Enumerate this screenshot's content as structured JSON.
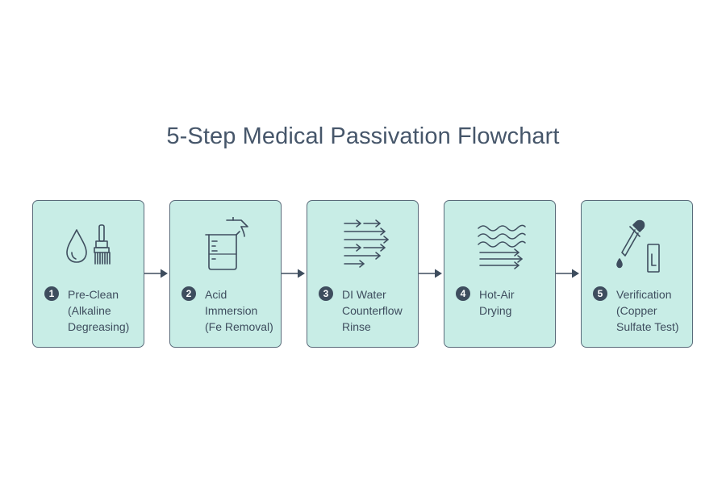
{
  "title": "5-Step Medical Passivation Flowchart",
  "colors": {
    "box_fill": "#c8ede6",
    "box_border": "#5a6b7a",
    "ink": "#3e4d5e",
    "title": "#46566a"
  },
  "steps": [
    {
      "number": "1",
      "lines": [
        "Pre-Clean",
        "(Alkaline",
        "Degreasing)"
      ],
      "icon": "droplet-and-brush-icon"
    },
    {
      "number": "2",
      "lines": [
        "Acid",
        "Immersion",
        "(Fe Removal)"
      ],
      "icon": "beaker-pour-icon"
    },
    {
      "number": "3",
      "lines": [
        "DI Water",
        "Counterflow",
        "Rinse"
      ],
      "icon": "flow-arrows-icon"
    },
    {
      "number": "4",
      "lines": [
        "Hot-Air",
        "Drying"
      ],
      "icon": "heat-waves-icon"
    },
    {
      "number": "5",
      "lines": [
        "Verification",
        "(Copper",
        "Sulfate Test)"
      ],
      "icon": "dropper-test-strip-icon"
    }
  ]
}
